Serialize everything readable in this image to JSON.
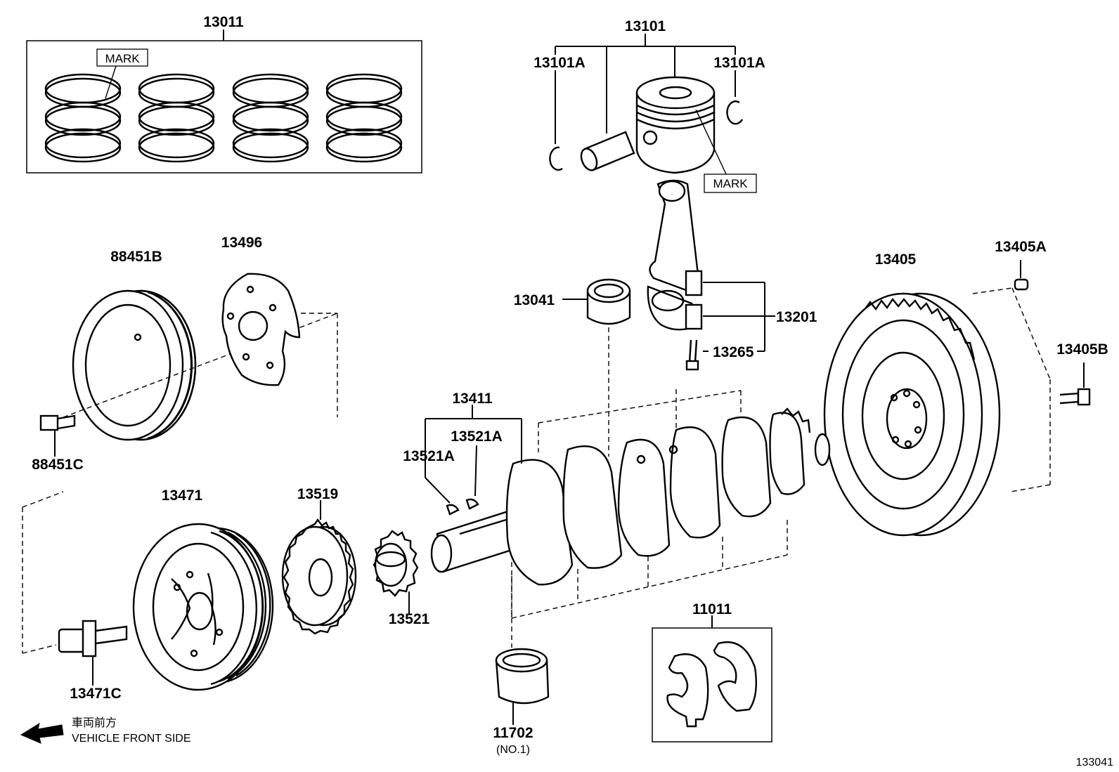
{
  "labels": {
    "p13011": "13011",
    "p13101": "13101",
    "p13101A_left": "13101A",
    "p13101A_right": "13101A",
    "mark_rings": "MARK",
    "mark_piston": "MARK",
    "p88451B": "88451B",
    "p13496": "13496",
    "p13041": "13041",
    "p13201": "13201",
    "p13265": "13265",
    "p13405": "13405",
    "p13405A": "13405A",
    "p13405B": "13405B",
    "p88451C": "88451C",
    "p13411": "13411",
    "p13521A_left": "13521A",
    "p13521A_right": "13521A",
    "p13471": "13471",
    "p13519": "13519",
    "p13521": "13521",
    "p11011": "11011",
    "p13471C": "13471C",
    "p11702": "11702",
    "p11702_note": "(NO.1)",
    "front_jp": "車両前方",
    "front_en": "VEHICLE FRONT SIDE",
    "figure_id": "133041"
  },
  "icons": {
    "front_arrow": "arrow-left-icon"
  }
}
